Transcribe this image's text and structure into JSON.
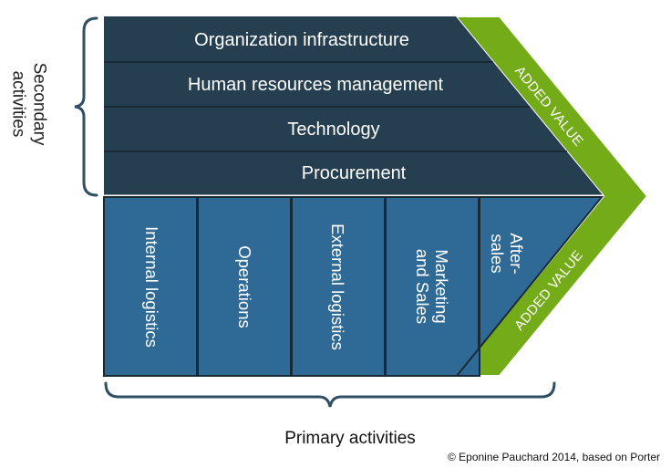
{
  "diagram": {
    "secondary_label": "Secondary activities",
    "primary_label": "Primary activities",
    "secondary_activities": [
      "Organization infrastructure",
      "Human resources management",
      "Technology",
      "Procurement"
    ],
    "primary_activities": [
      "Internal logistics",
      "Operations",
      "External logistics",
      "Marketing and Sales",
      "After-sales"
    ],
    "added_value_label": "ADDED VALUE",
    "copyright": "© Eponine Pauchard 2014, based on Porter",
    "colors": {
      "secondary": "#253f50",
      "primary": "#2f6a96",
      "added_value": "#74ac19",
      "divider": "#1a2a35"
    }
  }
}
